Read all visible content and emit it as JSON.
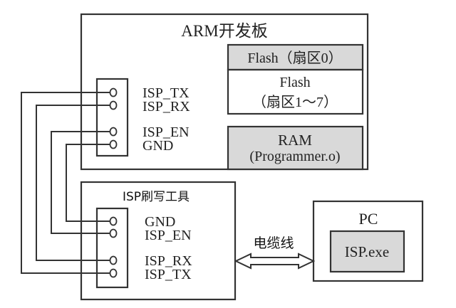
{
  "arm_board": {
    "title": "ARM开发板",
    "pins": [
      "ISP_TX",
      "ISP_RX",
      "ISP_EN",
      "GND"
    ],
    "memory": {
      "flash0": "Flash（扇区0）",
      "flash1_7_line1": "Flash",
      "flash1_7_line2": "（扇区1～7）",
      "ram_line1": "RAM",
      "ram_line2": "(Programmer.o)"
    }
  },
  "isp_tool": {
    "title": "ISP刷写工具",
    "pins": [
      "GND",
      "ISP_EN",
      "ISP_RX",
      "ISP_TX"
    ]
  },
  "cable": {
    "label": "电缆线"
  },
  "pc": {
    "title": "PC",
    "program": "ISP.exe"
  },
  "colors": {
    "line": "#333333",
    "shade": "#d9d9d9",
    "background": "#ffffff"
  }
}
